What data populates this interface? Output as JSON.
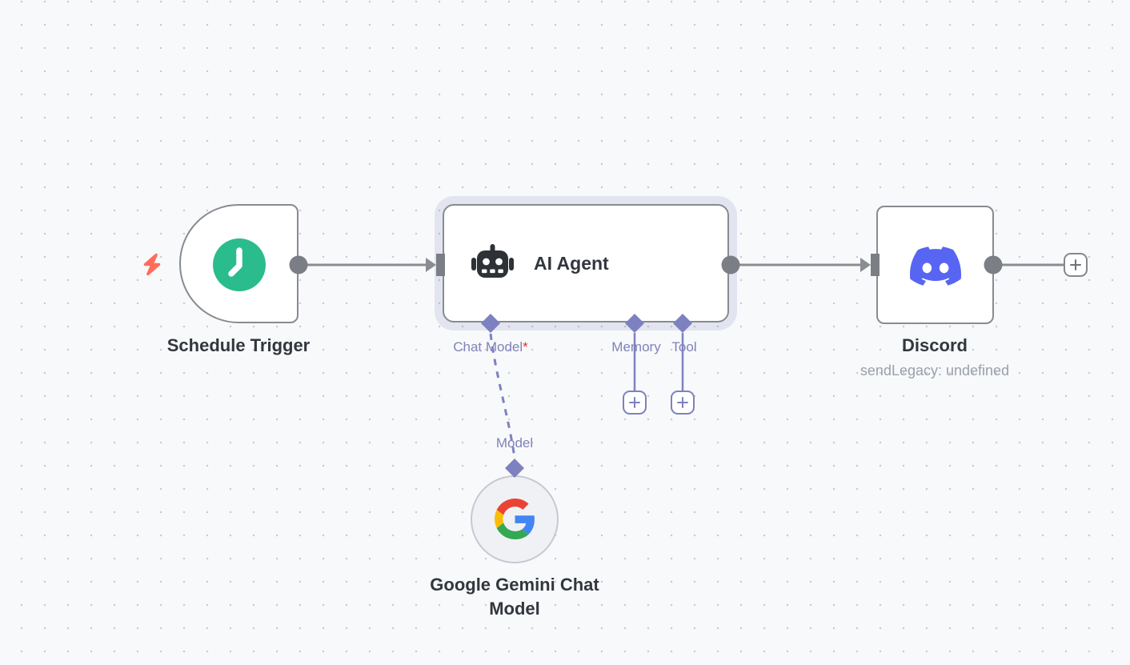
{
  "canvas": {
    "background_color": "#f8f9fb",
    "grid_dot_color": "#c9cbd0"
  },
  "edges": {
    "edge_color": "#898c92",
    "connector_purple": "#7e81c0"
  },
  "nodes": {
    "schedule_trigger": {
      "label": "Schedule Trigger",
      "icon": "clock-icon",
      "icon_bg_color": "#2abc8c",
      "trigger_icon": "lightning-bolt-icon",
      "trigger_icon_color": "#ff6d5a"
    },
    "ai_agent": {
      "label": "AI Agent",
      "icon": "robot-icon",
      "selected": true,
      "sub_inputs": [
        {
          "label": "Chat Model",
          "required_marker": "*"
        },
        {
          "label": "Memory"
        },
        {
          "label": "Tool"
        }
      ]
    },
    "discord": {
      "label": "Discord",
      "subtitle": "sendLegacy: undefined",
      "icon": "discord-icon",
      "icon_color": "#5865f2"
    },
    "google_gemini_chat_model": {
      "label": "Google Gemini Chat Model",
      "icon": "google-g-icon",
      "connector_label": "Model"
    }
  },
  "colors": {
    "required_red": "#e93030",
    "sub_label_purple": "#8083b8",
    "subtitle_gray": "#9aa0aa",
    "node_border_gray": "#888b91",
    "title_color": "#32373d"
  }
}
